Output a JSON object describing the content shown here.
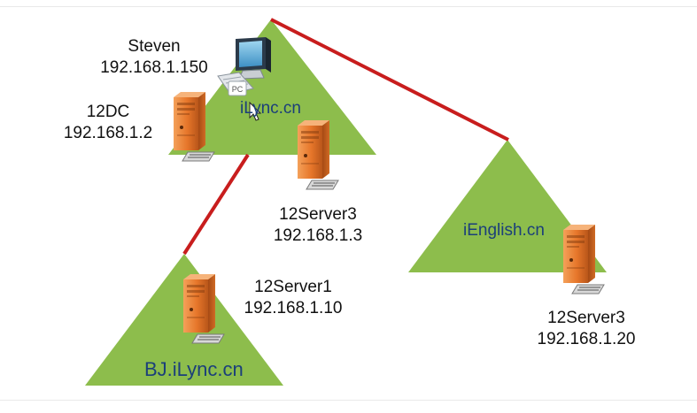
{
  "colors": {
    "domain_fill": "#8dbd4c",
    "trust_line": "#c81d1d",
    "domain_label": "#1b3f7a",
    "server_body": "#e6762a"
  },
  "domains": {
    "root": "iLync.cn",
    "child": "BJ.iLync.cn",
    "other": "iEnglish.cn"
  },
  "nodes": {
    "steven": {
      "name": "Steven",
      "ip": "192.168.1.150",
      "icon": "pc-icon",
      "badge": "PC"
    },
    "dc": {
      "name": "12DC",
      "ip": "192.168.1.2",
      "icon": "server-icon"
    },
    "server3_root": {
      "name": "12Server3",
      "ip": "192.168.1.3",
      "icon": "server-icon"
    },
    "server1": {
      "name": "12Server1",
      "ip": "192.168.1.10",
      "icon": "server-icon"
    },
    "server3_english": {
      "name": "12Server3",
      "ip": "192.168.1.20",
      "icon": "server-icon"
    }
  }
}
